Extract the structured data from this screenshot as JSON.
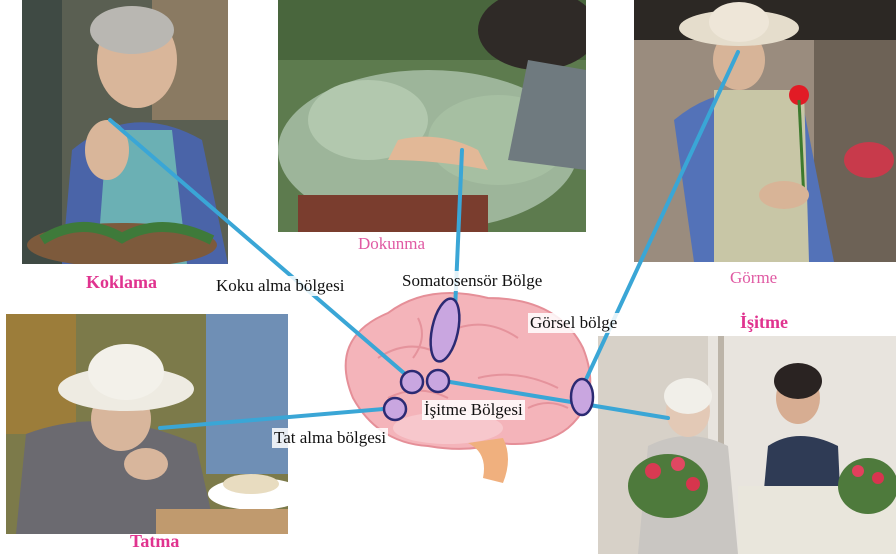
{
  "senses": {
    "koklama": "Koklama",
    "dokunma": "Dokunma",
    "gorme": "Görme",
    "isitme": "İşitme",
    "tatma": "Tatma"
  },
  "regions": {
    "koku": "Koku alma bölgesi",
    "somato": "Somatosensör Bölge",
    "gorsel": "Görsel bölge",
    "isitme": "İşitme Bölgesi",
    "tat": "Tat alma bölgesi"
  },
  "colors": {
    "sense_label": "#e0338f",
    "connector_line": "#3aa6d6",
    "region_marker": "#c9a6e0",
    "brain_pink": "#f4b4ba"
  }
}
